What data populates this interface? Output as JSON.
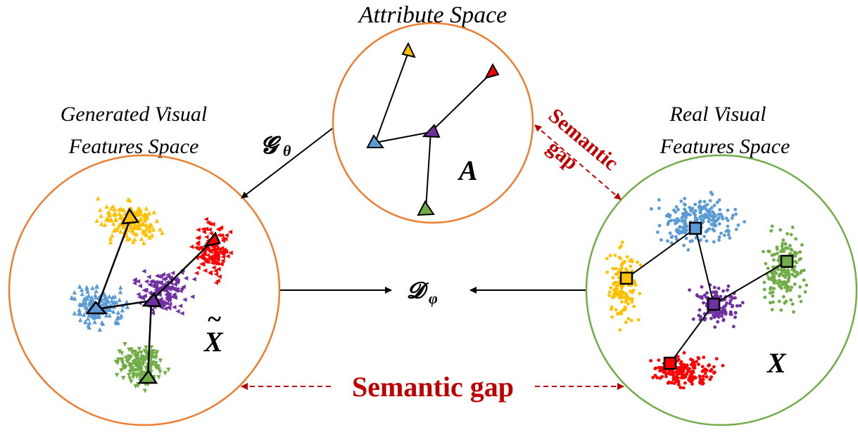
{
  "titles": {
    "attribute_space": "Attribute Space",
    "generated_line1": "Generated Visual",
    "generated_line2": "Features Space",
    "real_line1": "Real Visual",
    "real_line2": "Features Space"
  },
  "symbols": {
    "A": "A",
    "X": "X",
    "X_tilde": "X",
    "tilde": "~",
    "generator": "𝓖",
    "generator_sub": "θ",
    "discriminator": "𝓓",
    "discriminator_sub": "φ"
  },
  "labels": {
    "semantic_gap_bottom": "Semantic gap",
    "semantic_gap_top_line1": "Semantic",
    "semantic_gap_top_line2": "gap"
  },
  "colors": {
    "generated_circle": "#ED7D31",
    "attribute_circle": "#ED7D31",
    "real_circle": "#70AD47",
    "semantic_gap": "#C00000",
    "yellow": "#FFC000",
    "red": "#FF0000",
    "blue": "#5B9BD5",
    "purple": "#7030A0",
    "green": "#70AD47",
    "edge": "#000000"
  },
  "classes": [
    "yellow",
    "red",
    "blue",
    "purple",
    "green"
  ]
}
